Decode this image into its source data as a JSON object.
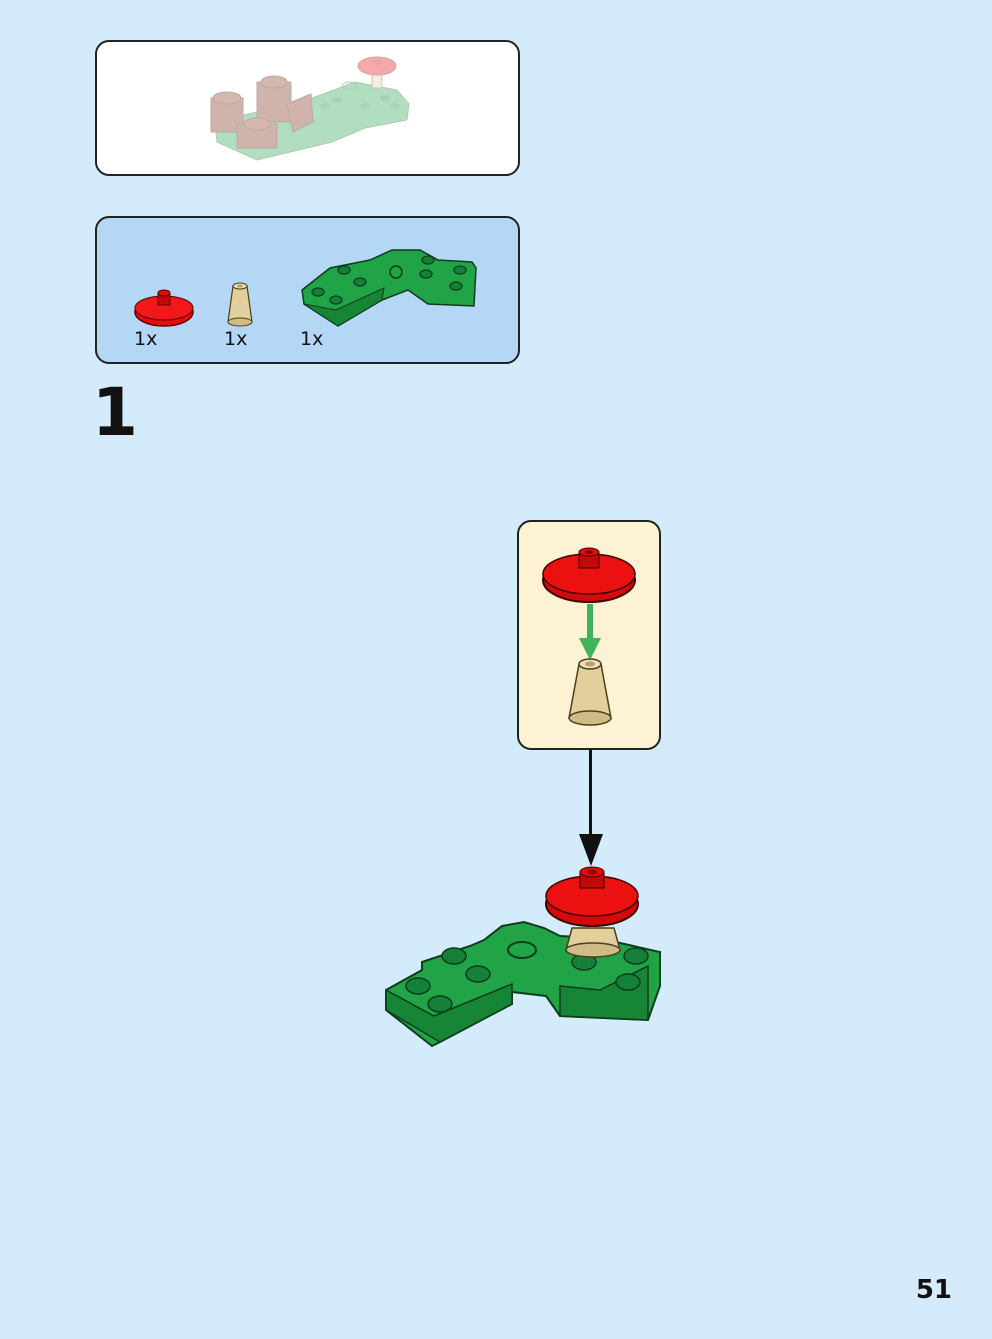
{
  "parts_list": [
    {
      "part": "red-round-dish-icon",
      "quantity": "1x"
    },
    {
      "part": "tan-cone-icon",
      "quantity": "1x"
    },
    {
      "part": "green-curved-plate-icon",
      "quantity": "1x"
    }
  ],
  "step": {
    "number": "1"
  },
  "page": {
    "number": "51"
  },
  "colors": {
    "background": "#d3ebfa",
    "parts_panel": "#b3d7f5",
    "sub_assembly_panel": "#fdf3d4",
    "brick_red": "#e30b0b",
    "brick_green": "#21a347",
    "brick_tan": "#e3cf9c",
    "arrow_green": "#3fb25a"
  }
}
